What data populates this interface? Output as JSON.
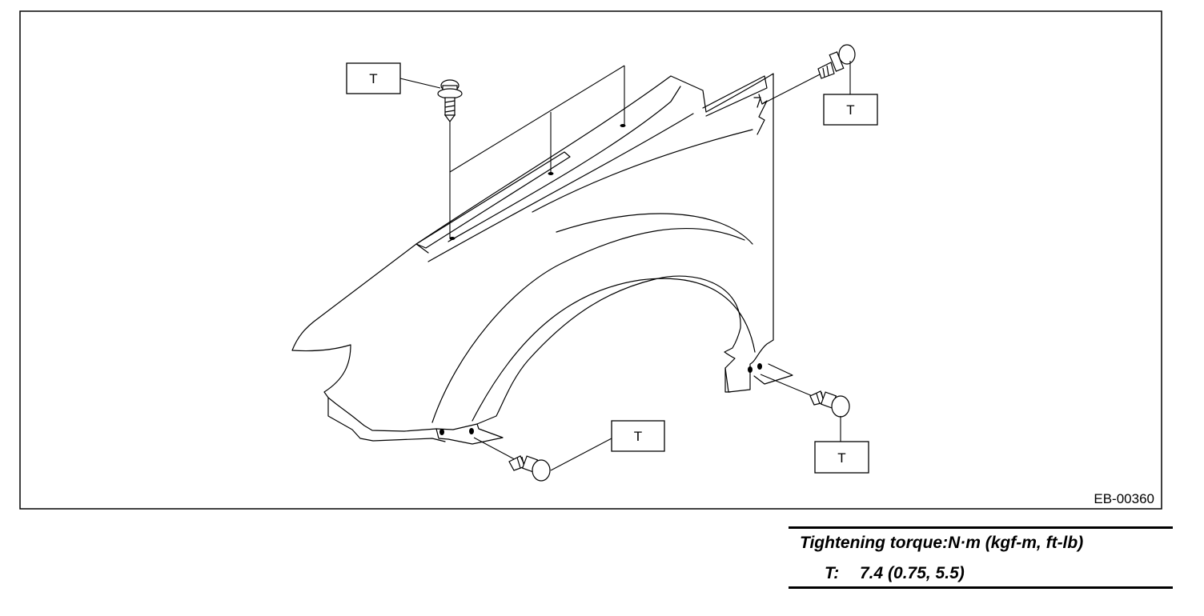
{
  "figure": {
    "code": "EB-00360",
    "callouts": {
      "top_left": "T",
      "top_right": "T",
      "bottom_center": "T",
      "bottom_right": "T"
    }
  },
  "torque_table": {
    "title": "Tightening torque:N·m (kgf-m, ft-lb)",
    "rows": [
      {
        "symbol": "T:",
        "value": "7.4 (0.75, 5.5)"
      }
    ]
  }
}
